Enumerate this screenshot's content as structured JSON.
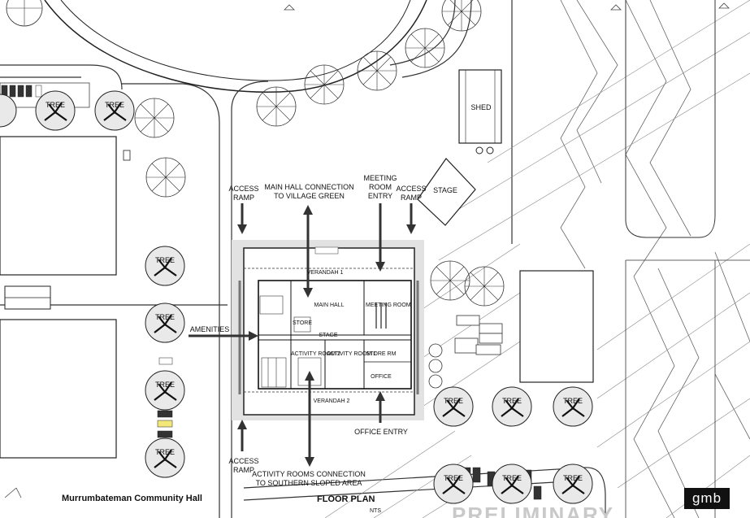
{
  "labels": {
    "access_ramp": "ACCESS\nRAMP",
    "main_hall_connection": "MAIN HALL CONNECTION\nTO VILLAGE GREEN",
    "meeting_room_entry": "MEETING\nROOM\nENTRY",
    "stage": "STAGE",
    "shed": "SHED",
    "amenities": "AMENITIES",
    "office_entry": "OFFICE ENTRY",
    "activity_rooms_connection": "ACTIVITY ROOMS CONNECTION\nTO SOUTHERN SLOPED AREA",
    "tree": "TREE"
  },
  "title_block": {
    "project": "Murrumbateman Community Hall",
    "drawing": "FLOOR PLAN",
    "scale": "NTS",
    "status": "PRELIMINARY",
    "logo": "gmb"
  },
  "rooms": {
    "verandah_1": "VERANDAH 1",
    "main_hall": "MAIN HALL",
    "meeting_room": "MEETING ROOM",
    "store": "STORE",
    "stage_room": "STAGE",
    "activity_room_1": "ACTIVITY ROOM 1",
    "activity_room_2": "ACTIVITY ROOM 2",
    "store_rm": "STORE RM",
    "office": "OFFICE",
    "verandah_2": "VERANDAH 2"
  },
  "colors": {
    "ink": "#111111",
    "line": "#555555",
    "faint": "#9a9a9a",
    "highlight": "#dcdcdc",
    "logo_bg": "#111111"
  }
}
